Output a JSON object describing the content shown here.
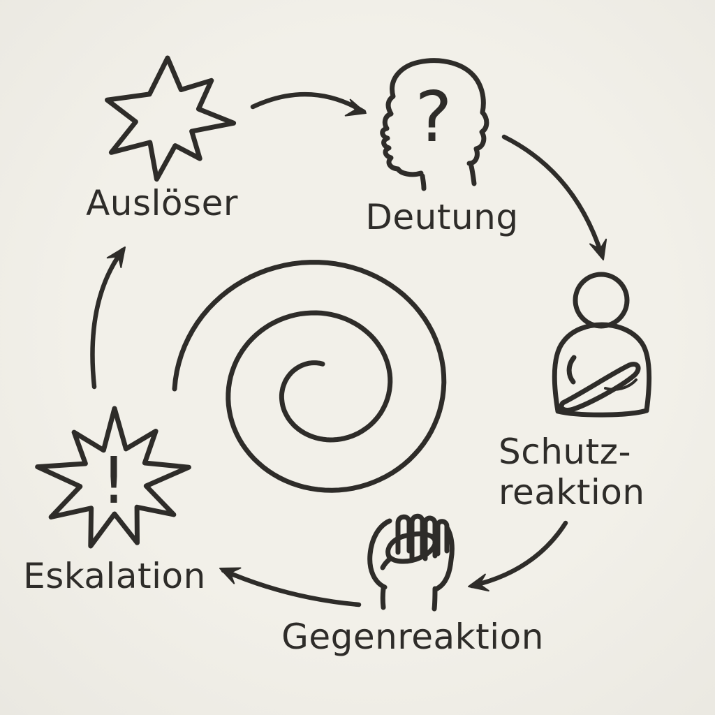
{
  "diagram": {
    "background_color": "#f2f0e9",
    "stroke_color": "#2e2c29",
    "center_motif": "spiral",
    "nodes": [
      {
        "id": "ausloeser",
        "label": "Auslöser",
        "icon": "starburst-icon"
      },
      {
        "id": "deutung",
        "label": "Deutung",
        "icon": "head-question-icon",
        "glyph": "?"
      },
      {
        "id": "schutzreaktion",
        "label_line1": "Schutz-",
        "label_line2": "reaktion",
        "icon": "person-crossed-arms-icon"
      },
      {
        "id": "gegenreaktion",
        "label": "Gegenreaktion",
        "icon": "fist-icon"
      },
      {
        "id": "eskalation",
        "label": "Eskalation",
        "icon": "starburst-exclamation-icon",
        "glyph": "!"
      }
    ],
    "edges": [
      {
        "from": "ausloeser",
        "to": "deutung"
      },
      {
        "from": "deutung",
        "to": "schutzreaktion"
      },
      {
        "from": "schutzreaktion",
        "to": "gegenreaktion"
      },
      {
        "from": "gegenreaktion",
        "to": "eskalation"
      },
      {
        "from": "eskalation",
        "to": "ausloeser"
      }
    ]
  }
}
